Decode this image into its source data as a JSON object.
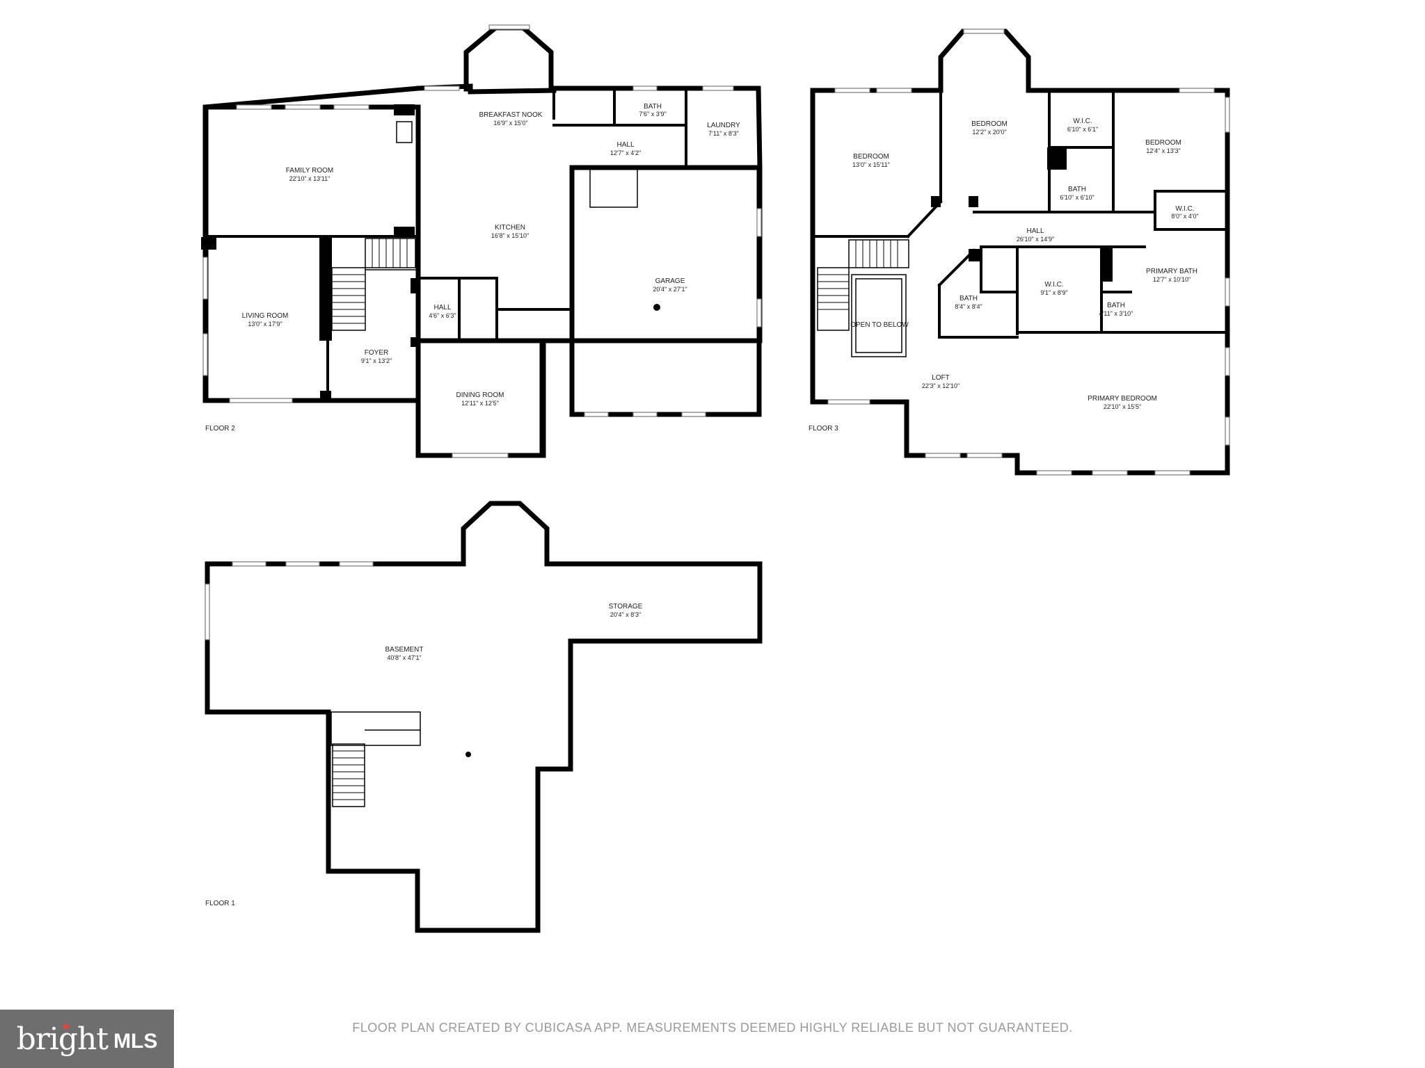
{
  "floors": [
    {
      "label": "FLOOR 2",
      "rooms": [
        {
          "name": "BREAKFAST NOOK",
          "dims": "16'9\" x 15'0\""
        },
        {
          "name": "BATH",
          "dims": "7'6\" x 3'9\""
        },
        {
          "name": "LAUNDRY",
          "dims": "7'11\" x 8'3\""
        },
        {
          "name": "HALL",
          "dims": "12'7\" x 4'2\""
        },
        {
          "name": "FAMILY ROOM",
          "dims": "22'10\" x 13'11\""
        },
        {
          "name": "KITCHEN",
          "dims": "16'8\" x 15'10\""
        },
        {
          "name": "GARAGE",
          "dims": "20'4\" x 27'1\""
        },
        {
          "name": "LIVING ROOM",
          "dims": "13'0\" x 17'9\""
        },
        {
          "name": "HALL",
          "dims": "4'6\" x 6'3\""
        },
        {
          "name": "FOYER",
          "dims": "9'1\" x 13'2\""
        },
        {
          "name": "DINING ROOM",
          "dims": "12'11\" x 12'5\""
        }
      ]
    },
    {
      "label": "FLOOR 3",
      "rooms": [
        {
          "name": "BEDROOM",
          "dims": "12'2\" x 20'0\""
        },
        {
          "name": "W.I.C.",
          "dims": "6'10\" x 6'1\""
        },
        {
          "name": "BEDROOM",
          "dims": "12'4\" x 13'3\""
        },
        {
          "name": "BEDROOM",
          "dims": "13'0\" x 15'11\""
        },
        {
          "name": "BATH",
          "dims": "6'10\" x 6'10\""
        },
        {
          "name": "W.I.C.",
          "dims": "8'0\" x 4'0\""
        },
        {
          "name": "HALL",
          "dims": "26'10\" x 14'9\""
        },
        {
          "name": "W.I.C.",
          "dims": "9'1\" x 8'9\""
        },
        {
          "name": "PRIMARY BATH",
          "dims": "12'7\" x 10'10\""
        },
        {
          "name": "BATH",
          "dims": "8'4\" x 8'4\""
        },
        {
          "name": "BATH",
          "dims": "4'11\" x 3'10\""
        },
        {
          "name": "OPEN TO BELOW",
          "dims": ""
        },
        {
          "name": "LOFT",
          "dims": "22'3\" x 12'10\""
        },
        {
          "name": "PRIMARY BEDROOM",
          "dims": "22'10\" x 15'5\""
        }
      ]
    },
    {
      "label": "FLOOR 1",
      "rooms": [
        {
          "name": "STORAGE",
          "dims": "20'4\" x 8'3\""
        },
        {
          "name": "BASEMENT",
          "dims": "40'8\" x 47'1\""
        }
      ]
    }
  ],
  "disclaimer": "FLOOR PLAN CREATED BY CUBICASA APP. MEASUREMENTS DEEMED HIGHLY RELIABLE BUT NOT GUARANTEED.",
  "logo": {
    "brand": "bright",
    "suffix": "MLS",
    "star_color": "#e0463b",
    "background": "#6e6e6e"
  }
}
